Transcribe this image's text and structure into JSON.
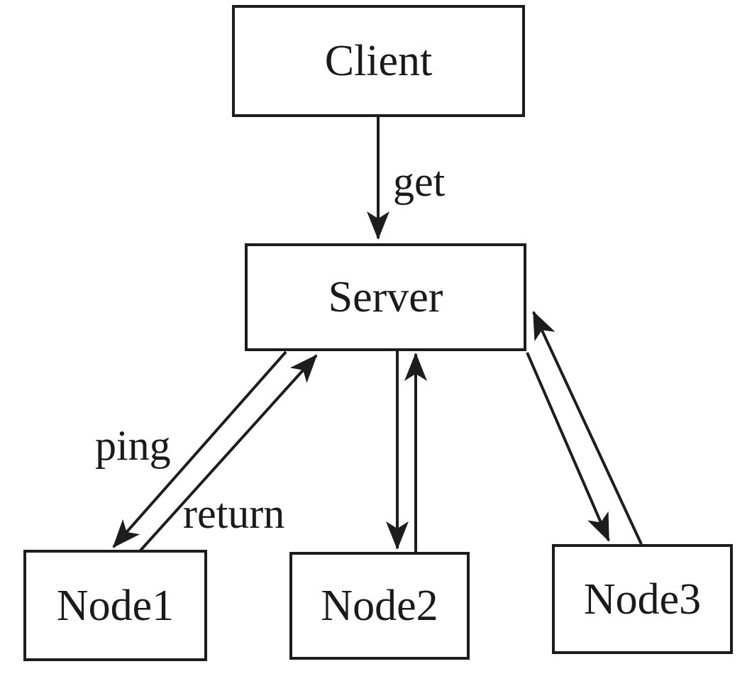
{
  "diagram": {
    "background_color": "#ffffff",
    "line_color": "#1d1d1d",
    "text_color": "#1a1a1a",
    "nodes": {
      "client": {
        "label": "Client"
      },
      "server": {
        "label": "Server"
      },
      "node1": {
        "label": "Node1"
      },
      "node2": {
        "label": "Node2"
      },
      "node3": {
        "label": "Node3"
      }
    },
    "edge_labels": {
      "get": "get",
      "ping": "ping",
      "return": "return"
    },
    "edges": [
      {
        "from": "Client",
        "to": "Server",
        "label": "get",
        "direction": "one-way"
      },
      {
        "from": "Server",
        "to": "Node1",
        "label": "ping",
        "direction": "one-way"
      },
      {
        "from": "Node1",
        "to": "Server",
        "label": "return",
        "direction": "one-way"
      },
      {
        "from": "Server",
        "to": "Node2",
        "label": "",
        "direction": "two-way"
      },
      {
        "from": "Server",
        "to": "Node3",
        "label": "",
        "direction": "two-way"
      }
    ]
  }
}
